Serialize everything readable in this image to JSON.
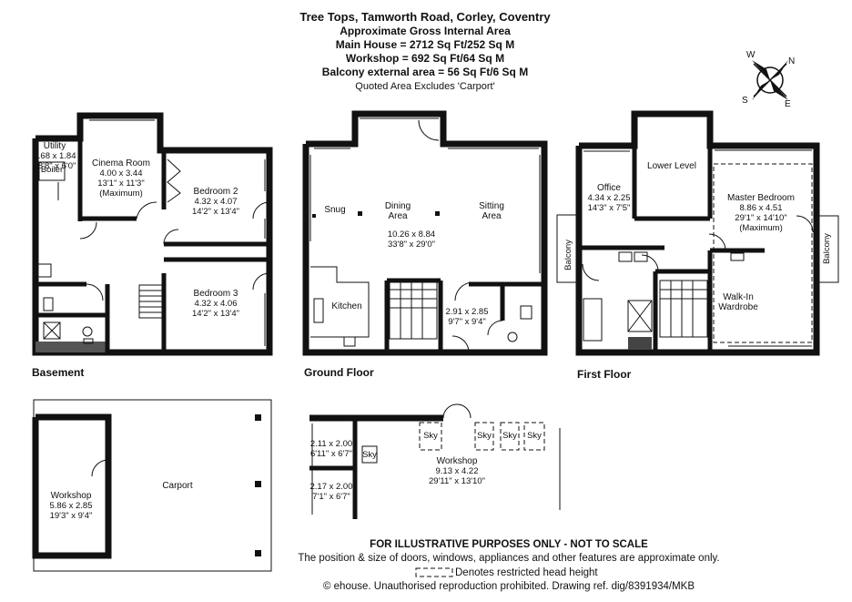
{
  "header": {
    "title": "Tree Tops, Tamworth Road, Corley, Coventry",
    "line1": "Approximate Gross Internal Area",
    "line2": "Main House = 2712 Sq Ft/252 Sq M",
    "line3": "Workshop = 692 Sq Ft/64 Sq M",
    "line4": "Balcony external area = 56 Sq Ft/6 Sq M",
    "line5": "Quoted Area Excludes 'Carport'"
  },
  "compass": {
    "w": "W",
    "n": "N",
    "s": "S",
    "e": "E"
  },
  "floors": {
    "basement": "Basement",
    "ground": "Ground Floor",
    "first": "First Floor"
  },
  "basement": {
    "utility": {
      "name": "Utility",
      "metric": "5.68 x 1.84",
      "imperial": "18'8\" x 6'0\""
    },
    "boiler": "Boiler",
    "cinema": {
      "name": "Cinema Room",
      "metric": "4.00 x 3.44",
      "imperial": "13'1\" x 11'3\"",
      "note": "(Maximum)"
    },
    "bedroom2": {
      "name": "Bedroom 2",
      "metric": "4.32 x 4.07",
      "imperial": "14'2\" x 13'4\""
    },
    "bedroom3": {
      "name": "Bedroom 3",
      "metric": "4.32 x 4.06",
      "imperial": "14'2\" x 13'4\""
    }
  },
  "ground": {
    "snug": "Snug",
    "dining": [
      "Dining",
      "Area"
    ],
    "sitting": [
      "Sitting",
      "Area"
    ],
    "main_metric": "10.26 x 8.84",
    "main_imperial": "33'8\" x 29'0\"",
    "kitchen": "Kitchen",
    "small_metric": "2.91 x 2.85",
    "small_imperial": "9'7\" x 9'4\""
  },
  "first": {
    "office": {
      "name": "Office",
      "metric": "4.34 x 2.25",
      "imperial": "14'3\" x 7'5\""
    },
    "lower_level": "Lower Level",
    "master": {
      "name": "Master Bedroom",
      "metric": "8.86 x 4.51",
      "imperial": "29'1\" x 14'10\"",
      "note": "(Maximum)"
    },
    "balcony_left": "Balcony",
    "balcony_right": "Balcony",
    "walkin": [
      "Walk-In",
      "Wardrobe"
    ]
  },
  "outbuilding": {
    "workshop_left": {
      "name": "Workshop",
      "metric": "5.86 x 2.85",
      "imperial": "19'3\" x 9'4\""
    },
    "carport": "Carport",
    "store1": {
      "metric": "2.11 x 2.00",
      "imperial": "6'11\" x 6'7\""
    },
    "store2": {
      "metric": "2.17 x 2.00",
      "imperial": "7'1\" x 6'7\""
    },
    "sky": "Sky",
    "workshop_right": {
      "name": "Workshop",
      "metric": "9.13 x 4.22",
      "imperial": "29'11\" x 13'10\""
    }
  },
  "footer": {
    "line1": "FOR ILLUSTRATIVE PURPOSES ONLY - NOT TO SCALE",
    "line2": "The position & size of doors, windows, appliances and other features are approximate only.",
    "line3": "Denotes restricted head height",
    "line4": "© ehouse. Unauthorised reproduction prohibited. Drawing ref. dig/8391934/MKB"
  }
}
